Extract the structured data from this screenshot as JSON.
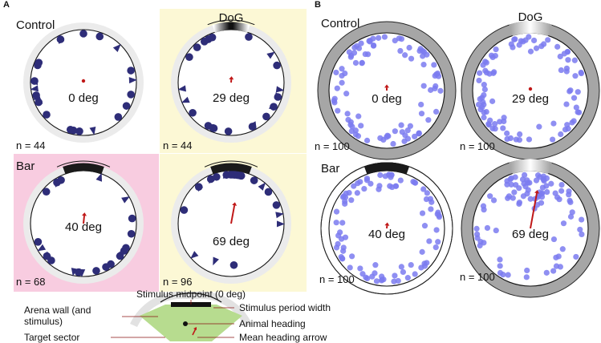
{
  "panels": {
    "A": {
      "letter": "A",
      "circles": [
        {
          "condition": "Control",
          "mean_heading": "0 deg",
          "n": "n = 44",
          "background": "#ffffff",
          "stimulus": "none",
          "arrow_length": 0.0
        },
        {
          "condition": "DoG",
          "mean_heading": "29 deg",
          "n": "n = 44",
          "background": "#fcf8d5",
          "stimulus": "dog",
          "arrow_length": 0.06
        },
        {
          "condition": "Bar",
          "mean_heading": "40 deg",
          "n": "n = 68",
          "background": "#f8cce0",
          "stimulus": "bar",
          "arrow_length": 0.15
        },
        {
          "condition": "",
          "mean_heading": "69 deg",
          "n": "n = 96",
          "background": "#fcf8d5",
          "stimulus": "bar",
          "arrow_length": 0.35
        }
      ]
    },
    "B": {
      "letter": "B",
      "circles": [
        {
          "condition": "Control",
          "mean_heading": "0 deg",
          "n": "n = 100",
          "stimulus": "none",
          "arrow_length": 0.05
        },
        {
          "condition": "DoG",
          "mean_heading": "29 deg",
          "n": "n = 100",
          "stimulus": "dog",
          "arrow_length": 0.04
        },
        {
          "condition": "Bar",
          "mean_heading": "40 deg",
          "n": "n = 100",
          "stimulus": "bar",
          "arrow_length": 0.05
        },
        {
          "condition": "",
          "mean_heading": "69 deg",
          "n": "n = 100",
          "stimulus": "dog",
          "arrow_length": 0.62
        }
      ]
    }
  },
  "legend": {
    "stimulus_midpoint": "Stimulus midpoint (0 deg)",
    "arena_wall": "Arena wall (and",
    "arena_wall_2": "stimulus)",
    "target_sector": "Target sector",
    "stimulus_period_width": "Stimulus period width",
    "animal_heading": "Animal heading",
    "mean_heading_arrow": "Mean heading arrow"
  },
  "colors": {
    "marker_a": "#2e2d78",
    "marker_b": "#7b7bf0",
    "arrow": "#c01818",
    "wall_a": "#ebebeb",
    "wall_b": "#a6a6a6",
    "target_sector": "#b7dc8f"
  }
}
